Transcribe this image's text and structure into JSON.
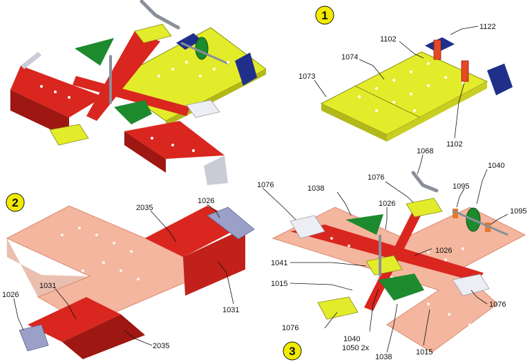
{
  "steps": [
    {
      "number": "1"
    },
    {
      "number": "2"
    },
    {
      "number": "3"
    }
  ],
  "part_labels": {
    "step1": [
      "1122",
      "1102",
      "1074",
      "1073",
      "1102"
    ],
    "step2": [
      "2035",
      "1026",
      "1026",
      "1031",
      "1031",
      "2035"
    ],
    "step3": [
      "1068",
      "1040",
      "1076",
      "1038",
      "1095",
      "1026",
      "1095",
      "1076",
      "1026",
      "1041",
      "1015",
      "1076",
      "1040",
      "1050 2x",
      "1038",
      "1015",
      "1076"
    ]
  },
  "colors": {
    "red": "#d9261f",
    "red_dark": "#9e1712",
    "yellow": "#e3ec2b",
    "yellow_dark": "#b3b81a",
    "green": "#1d8a2e",
    "blue": "#1f2f8a",
    "silver": "#c9ccd6",
    "salmon": "#f4b69e",
    "salmon_dark": "#d98a70",
    "orange": "#e8782a",
    "step_badge": "#f2ea00"
  }
}
